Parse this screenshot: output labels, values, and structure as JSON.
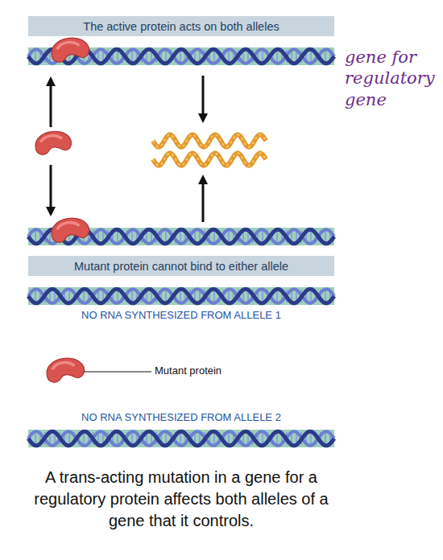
{
  "diagram": {
    "caption": "A trans-acting mutation in a gene for a regulatory protein affects both alleles of a gene that it controls.",
    "nodes": [
      {
        "text": [
          "The active protein acts on both alleles"
        ]
      },
      {
        "text": [
          "Mutant protein cannot bind to either allele"
        ]
      }
    ],
    "labels": [
      "gene for regulatory gene",
      "NO RNA SYNTHESIZED FROM ALLELE 1",
      "Mutant protein",
      "NO RNA SYNTHESIZED FROM ALLELE 2"
    ]
  }
}
